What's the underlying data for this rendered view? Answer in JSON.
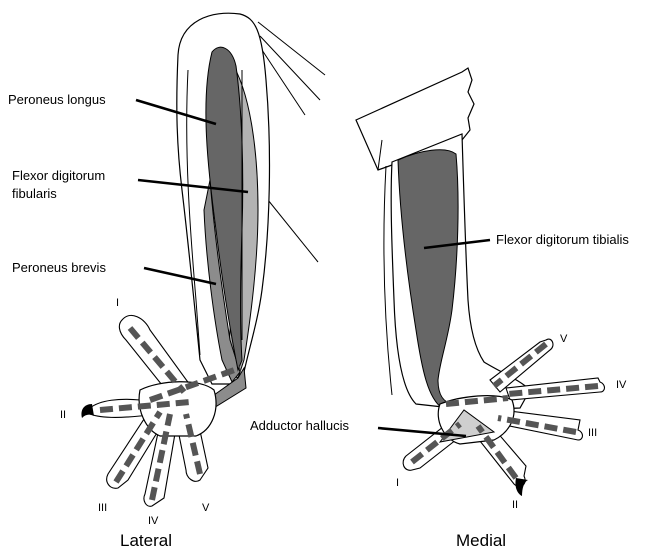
{
  "labels": {
    "peroneus_longus": "Peroneus longus",
    "flexor_digitorum_fibularis_1": "Flexor digitorum",
    "flexor_digitorum_fibularis_2": "fibularis",
    "peroneus_brevis": "Peroneus brevis",
    "flexor_digitorum_tibialis": "Flexor digitorum tibialis",
    "adductor_hallucis": "Adductor hallucis"
  },
  "digits_lateral": [
    "I",
    "II",
    "III",
    "IV",
    "V"
  ],
  "digits_medial": [
    "I",
    "II",
    "III",
    "IV",
    "V"
  ],
  "views": {
    "lateral": "Lateral",
    "medial": "Medial"
  },
  "colors": {
    "dark_muscle": "#666666",
    "mid_muscle": "#8c8c8c",
    "light_muscle": "#b3b3b3",
    "adductor": "#cfcfcf"
  }
}
